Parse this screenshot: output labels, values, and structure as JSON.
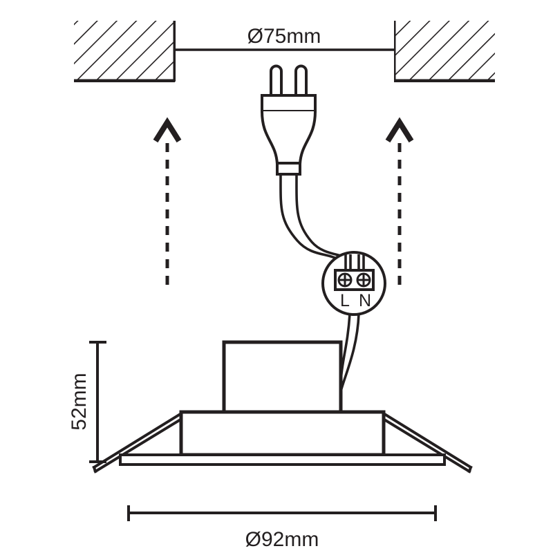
{
  "drawing": {
    "title": "Recessed downlight installation dimension drawing",
    "background_color": "#ffffff",
    "line_color": "#231f20",
    "dimensions": {
      "cutout_diameter": "Ø75mm",
      "body_height": "52mm",
      "outer_diameter": "Ø92mm"
    },
    "terminal": {
      "live_label": "L",
      "neutral_label": "N",
      "screw_symbol": "⊕"
    },
    "annotations": {
      "left_arrow": "spring-clip-direction-arrow-left",
      "right_arrow": "spring-clip-direction-arrow-right",
      "arrow_style": "dashed-line-with-chevron-head"
    },
    "parts": {
      "ceiling_left": "ceiling-section-left",
      "ceiling_right": "ceiling-section-right",
      "plug": "mains-plug",
      "cable": "supply-cable",
      "terminal_block": "terminal-connector-block",
      "housing": "downlight-housing-can",
      "bezel": "downlight-bezel-ring",
      "trim_plate": "downlight-trim-plate",
      "spring_clip_left": "spring-clip-left",
      "spring_clip_right": "spring-clip-right"
    }
  }
}
